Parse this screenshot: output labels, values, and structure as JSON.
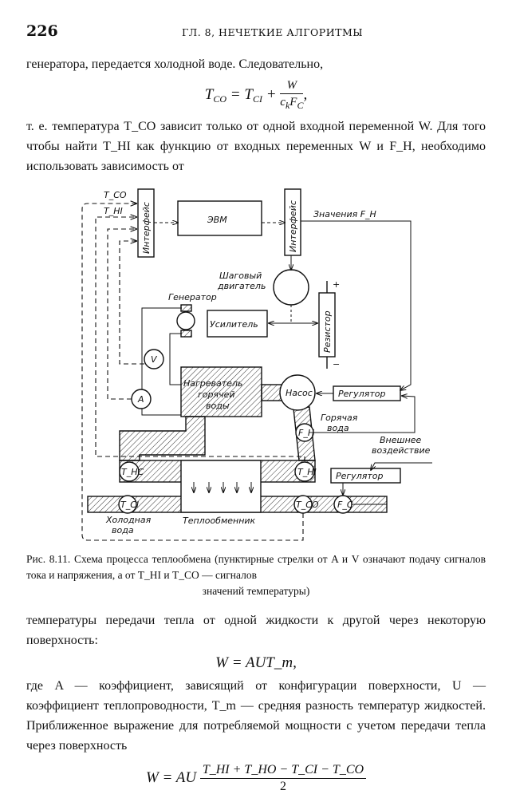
{
  "header": {
    "page_number": "226",
    "running_head": "ГЛ. 8, НЕЧЕТКИЕ АЛГОРИТМЫ"
  },
  "para1": "генератора, передается холодной воде. Следовательно,",
  "formula1": {
    "lhs": "T",
    "lhs_sub": "CO",
    "eq": " = T",
    "t_sub": "CI",
    "plus": " + ",
    "num": "W",
    "den": "c",
    "den_sub1": "k",
    "den2": "F",
    "den_sub2": "C",
    "end": ","
  },
  "para2": "т. е. температура T_CO зависит только от одной входной переменной W. Для того чтобы найти T_HI как функцию от входных переменных W и F_H, необходимо использовать зависимость от",
  "diagram": {
    "t_co": "T_CO",
    "t_hi_in": "T_HI",
    "interface_1": "Интерфейс",
    "computer": "ЭВМ",
    "interface_2": "Интерфейс",
    "values_fh": "Значения F_H",
    "stepper_motor": [
      "Шаговый",
      "двигатель"
    ],
    "generator": "Генератор",
    "amplifier": "Усилитель",
    "resistor": "Резистор",
    "plus": "+",
    "minus": "−",
    "voltmeter": "V",
    "ammeter": "A",
    "heater": [
      "Нагреватель",
      "горячей",
      "воды"
    ],
    "pump": "Насос",
    "regulator_1": "Регулятор",
    "hot_water": [
      "Горячая",
      "вода"
    ],
    "f_h": "F_H",
    "external": [
      "Внешнее",
      "воздействие"
    ],
    "regulator_2": "Регулятор",
    "t_hc": "T_HC",
    "t_hi": "T_HI",
    "t_ci": "T_CI",
    "t_co_sensor": "T_CO",
    "f_c": "F_C",
    "cold_water": [
      "Холодная",
      "вода"
    ],
    "heat_exchanger": "Теплообменник"
  },
  "caption": {
    "body": "Рис. 8.11. Схема процесса теплообмена (пунктирные стрелки от A и V означают подачу сигналов тока и напряжения, а от T_HI и T_CO — сигналов",
    "last": "значений температуры)"
  },
  "para3": "температуры передачи тепла от одной жидкости к другой через некоторую поверхность:",
  "formula2": "W = AUT_m,",
  "para4": "где A — коэффициент, зависящий от конфигурации поверхности, U — коэффициент теплопроводности, T_m — средняя разность температур жидкостей. Приближенное выражение для потребляемой мощности с учетом передачи тепла через поверхность",
  "formula3": {
    "lhs": "W = AU ",
    "num": "T_HI + T_HO − T_CI − T_CO",
    "den": "2"
  }
}
